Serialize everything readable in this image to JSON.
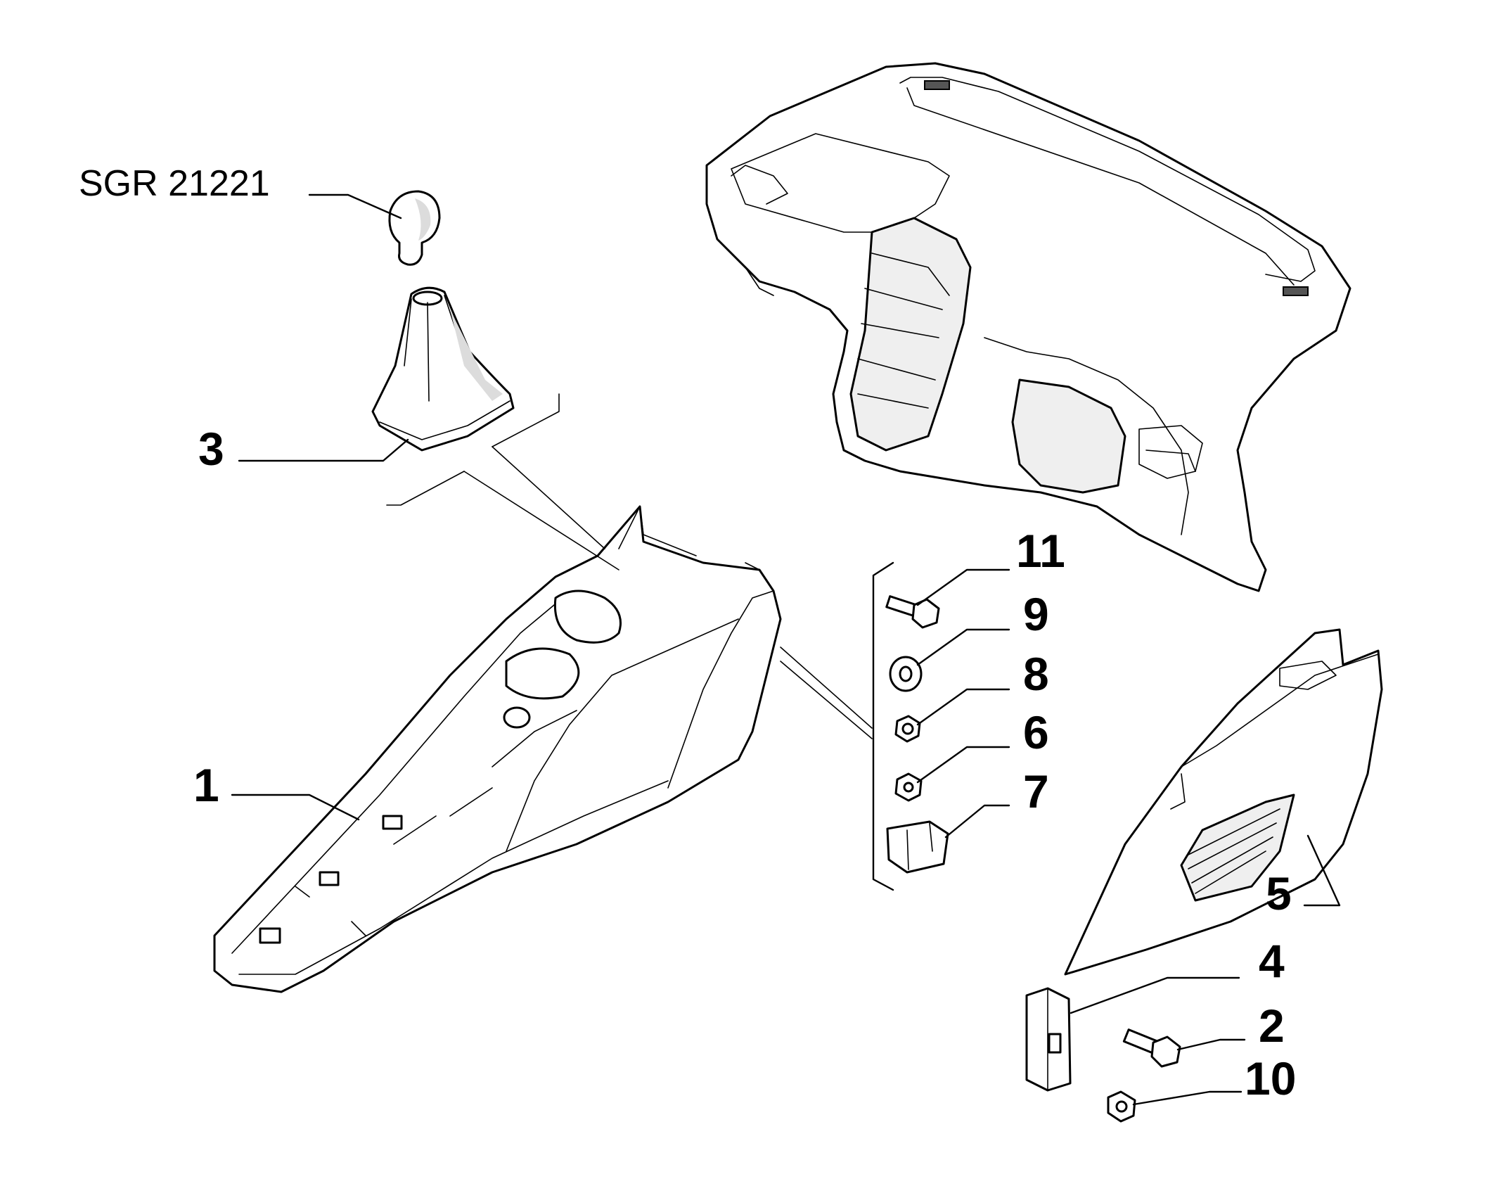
{
  "diagram": {
    "colors": {
      "ink": "#000000",
      "background": "#ffffff",
      "fill": "#efefef"
    },
    "reference_code": "SGR 21221",
    "callouts": [
      {
        "id": "gear-knob",
        "label": "SGR 21221"
      },
      {
        "id": "gear-boot",
        "label": "3"
      },
      {
        "id": "center-console",
        "label": "1"
      },
      {
        "id": "screw-11",
        "label": "11"
      },
      {
        "id": "washer-9",
        "label": "9"
      },
      {
        "id": "nut-8",
        "label": "8"
      },
      {
        "id": "nut-6",
        "label": "6"
      },
      {
        "id": "clip-7",
        "label": "7"
      },
      {
        "id": "side-panel-5",
        "label": "5"
      },
      {
        "id": "bracket-4",
        "label": "4"
      },
      {
        "id": "screw-2",
        "label": "2"
      },
      {
        "id": "nut-10",
        "label": "10"
      }
    ]
  }
}
